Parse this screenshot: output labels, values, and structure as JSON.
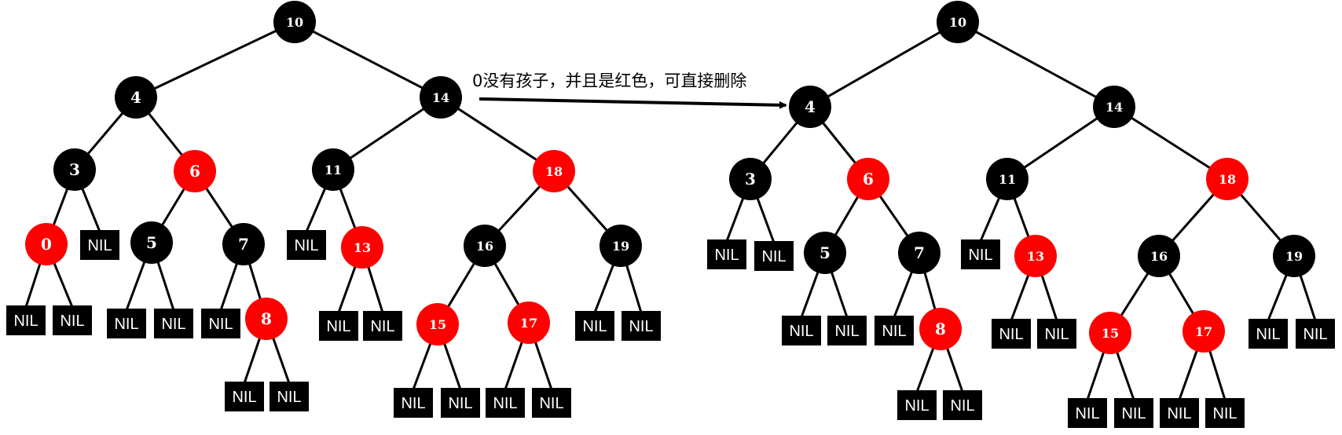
{
  "colors": {
    "black": "#000000",
    "red": "#ff0000",
    "nil_text": "#ffffff"
  },
  "annotation": {
    "text": "0没有孩子，并且是红色，可直接删除"
  },
  "nil_label": "NIL",
  "before_tree": {
    "nodes": [
      {
        "id": "n10",
        "label": "10",
        "color": "black"
      },
      {
        "id": "n4",
        "label": "4",
        "color": "black"
      },
      {
        "id": "n14",
        "label": "14",
        "color": "black"
      },
      {
        "id": "n3",
        "label": "3",
        "color": "black"
      },
      {
        "id": "n6",
        "label": "6",
        "color": "red"
      },
      {
        "id": "n11",
        "label": "11",
        "color": "black"
      },
      {
        "id": "n18",
        "label": "18",
        "color": "red"
      },
      {
        "id": "n0",
        "label": "0",
        "color": "red"
      },
      {
        "id": "n5",
        "label": "5",
        "color": "black"
      },
      {
        "id": "n7",
        "label": "7",
        "color": "black"
      },
      {
        "id": "n13",
        "label": "13",
        "color": "red"
      },
      {
        "id": "n16",
        "label": "16",
        "color": "black"
      },
      {
        "id": "n19",
        "label": "19",
        "color": "black"
      },
      {
        "id": "n8",
        "label": "8",
        "color": "red"
      },
      {
        "id": "n15",
        "label": "15",
        "color": "red"
      },
      {
        "id": "n17",
        "label": "17",
        "color": "red"
      }
    ]
  },
  "after_tree": {
    "nodes": [
      {
        "id": "n10",
        "label": "10",
        "color": "black"
      },
      {
        "id": "n4",
        "label": "4",
        "color": "black"
      },
      {
        "id": "n14",
        "label": "14",
        "color": "black"
      },
      {
        "id": "n3",
        "label": "3",
        "color": "black"
      },
      {
        "id": "n6",
        "label": "6",
        "color": "red"
      },
      {
        "id": "n11",
        "label": "11",
        "color": "black"
      },
      {
        "id": "n18",
        "label": "18",
        "color": "red"
      },
      {
        "id": "n5",
        "label": "5",
        "color": "black"
      },
      {
        "id": "n7",
        "label": "7",
        "color": "black"
      },
      {
        "id": "n13",
        "label": "13",
        "color": "red"
      },
      {
        "id": "n16",
        "label": "16",
        "color": "black"
      },
      {
        "id": "n19",
        "label": "19",
        "color": "black"
      },
      {
        "id": "n8",
        "label": "8",
        "color": "red"
      },
      {
        "id": "n15",
        "label": "15",
        "color": "red"
      },
      {
        "id": "n17",
        "label": "17",
        "color": "red"
      }
    ]
  }
}
